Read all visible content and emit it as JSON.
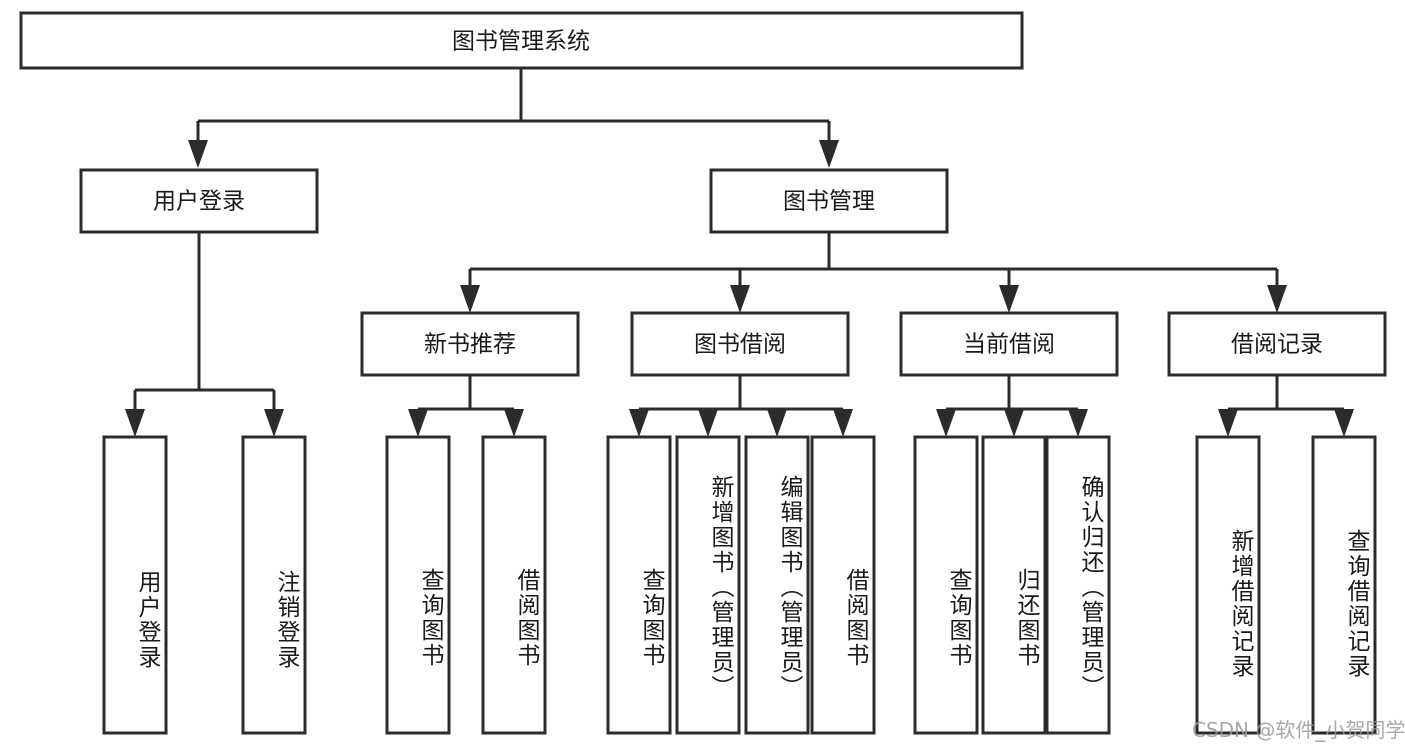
{
  "diagram": {
    "title": "图书管理系统",
    "type": "tree-hierarchy-diagram",
    "colors": {
      "box_stroke": "#2b2b2b",
      "box_fill": "#ffffff",
      "text": "#1a1a1a",
      "canvas": "#ffffff",
      "watermark": "#9a9a9a"
    },
    "root": {
      "label": "图书管理系统"
    },
    "level2": [
      {
        "label": "用户登录"
      },
      {
        "label": "图书管理"
      }
    ],
    "level3": [
      {
        "label": "新书推荐"
      },
      {
        "label": "图书借阅"
      },
      {
        "label": "当前借阅"
      },
      {
        "label": "借阅记录"
      }
    ],
    "leaves": {
      "user_login": [
        {
          "label": "用户登录"
        },
        {
          "label": "注销登录"
        }
      ],
      "new_book_recommend": [
        {
          "label": "查询图书"
        },
        {
          "label": "借阅图书"
        }
      ],
      "book_borrow": [
        {
          "label": "查询图书"
        },
        {
          "label": "新增图书（管理员）"
        },
        {
          "label": "编辑图书（管理员）"
        },
        {
          "label": "借阅图书"
        }
      ],
      "current_borrow": [
        {
          "label": "查询图书"
        },
        {
          "label": "归还图书"
        },
        {
          "label": "确认归还（管理员）"
        }
      ],
      "borrow_record": [
        {
          "label": "新增借阅记录"
        },
        {
          "label": "查询借阅记录"
        }
      ]
    },
    "watermark": "CSDN @软件_小贺同学"
  }
}
